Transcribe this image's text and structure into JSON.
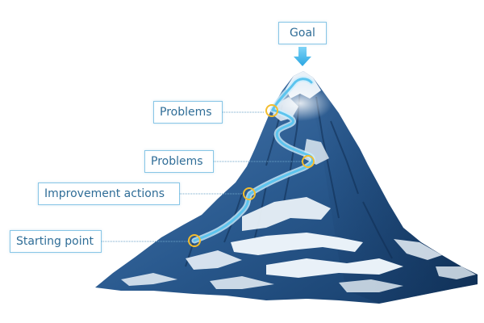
{
  "labels": {
    "goal": "Goal",
    "problems_upper": "Problems",
    "problems_lower": "Problems",
    "improvement_actions": "Improvement actions",
    "starting_point": "Starting point"
  },
  "colors": {
    "label_border": "#88c6e6",
    "label_text": "#2f6d97",
    "path": "#5cc4ee",
    "path_glow": "#cdeefc",
    "markers": "#f3bd2e",
    "goal_arrow": "#3bb4ea",
    "mountain_dark": "#17406e",
    "mountain_mid": "#3c6a9c",
    "snow": "#e9f1f8"
  }
}
